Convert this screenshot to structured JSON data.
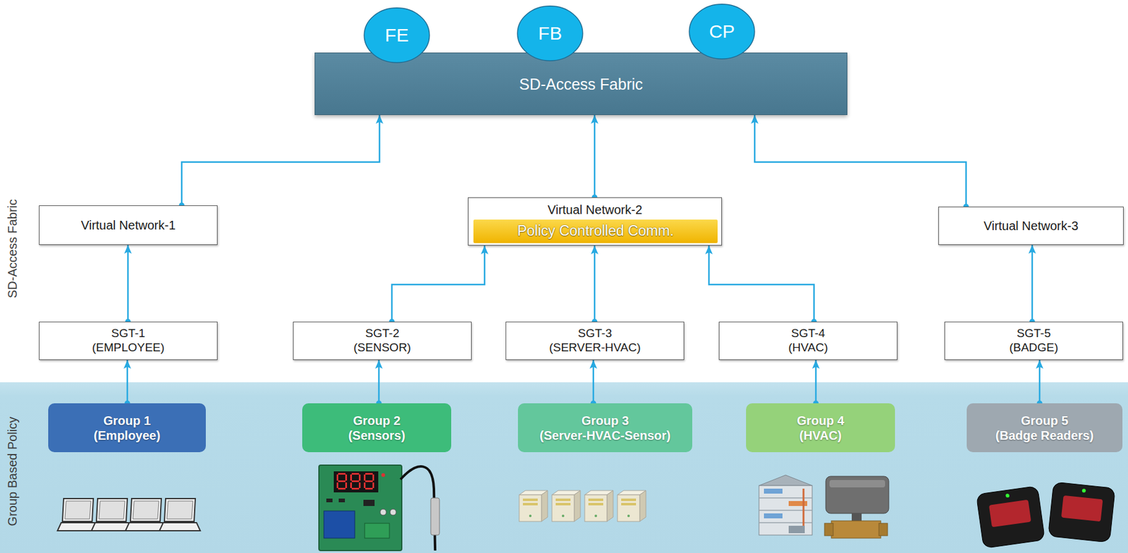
{
  "diagram": {
    "nodes": [
      {
        "text": [
          "FE"
        ]
      },
      {
        "text": [
          "FB"
        ]
      },
      {
        "text": [
          "CP"
        ]
      },
      {
        "text": [
          "SD-Access Fabric"
        ]
      },
      {
        "text": [
          "Virtual Network-1"
        ]
      },
      {
        "text": [
          "Virtual Network-2"
        ]
      },
      {
        "text": [
          "Policy Controlled Comm."
        ],
        "in": 5
      },
      {
        "text": [
          "Virtual Network-3"
        ]
      },
      {
        "text": [
          "SGT-1 (EMPLOYEE)"
        ]
      },
      {
        "text": [
          "SGT-2 (SENSOR)"
        ]
      },
      {
        "text": [
          "SGT-3 (SERVER-HVAC)"
        ]
      },
      {
        "text": [
          "SGT-4 (HVAC)"
        ]
      },
      {
        "text": [
          "SGT-5 (BADGE)"
        ]
      },
      {
        "text": [
          "Group Based Policy"
        ]
      },
      {
        "text": [
          "Group 1 (Employee)"
        ],
        "in": 13
      },
      {
        "text": [
          "Group 2 (Sensors)"
        ],
        "in": 13
      },
      {
        "text": [
          "Group 3 (Server-HVAC-Sensor)"
        ],
        "in": 13
      },
      {
        "text": [
          "Group 4 (HVAC)"
        ],
        "in": 13
      },
      {
        "text": [
          "Group 5 (Badge Readers)"
        ],
        "in": 13
      }
    ],
    "edges": [
      {
        "from": 14,
        "to": 8,
        "arrow": "to"
      },
      {
        "from": 15,
        "to": 9,
        "arrow": "to"
      },
      {
        "from": 16,
        "to": 10,
        "arrow": "to"
      },
      {
        "from": 17,
        "to": 11,
        "arrow": "to"
      },
      {
        "from": 18,
        "to": 12,
        "arrow": "to"
      },
      {
        "from": 8,
        "to": 4,
        "arrow": "to"
      },
      {
        "from": 9,
        "to": 5,
        "arrow": "to"
      },
      {
        "from": 10,
        "to": 5,
        "arrow": "to"
      },
      {
        "from": 11,
        "to": 5,
        "arrow": "to"
      },
      {
        "from": 12,
        "to": 7,
        "arrow": "to"
      },
      {
        "from": 4,
        "to": 3,
        "arrow": "to"
      },
      {
        "from": 5,
        "to": 3,
        "arrow": "to"
      },
      {
        "from": 7,
        "to": 3,
        "arrow": "to"
      }
    ],
    "labels": [
      "SD-Access Fabric"
    ]
  }
}
